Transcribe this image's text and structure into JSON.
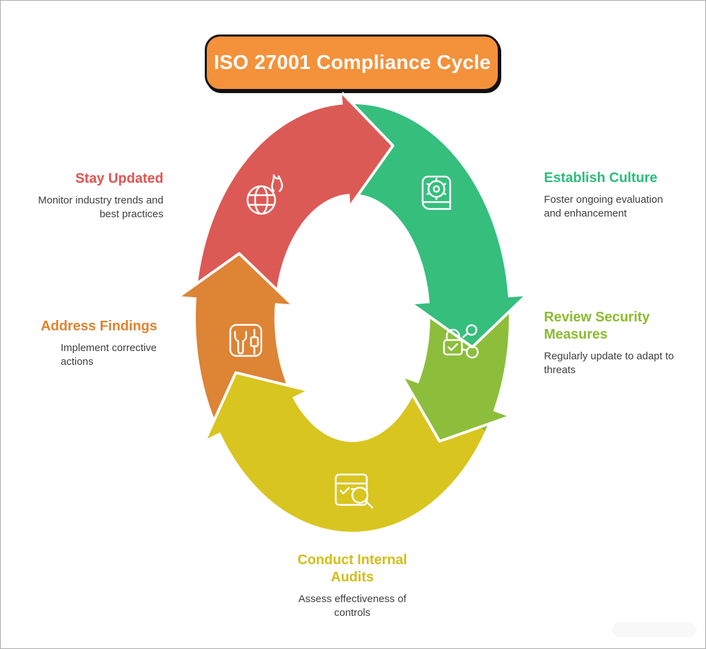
{
  "title": {
    "text": "ISO 27001 Compliance Cycle",
    "bg_color": "#F4913B",
    "border_color": "#111111",
    "text_color": "#FFFFFF"
  },
  "canvas": {
    "background": "#FFFFFF",
    "frame_border_color": "#ABABAB",
    "arrow_outline_color": "#FFFFFF",
    "icon_stroke_color": "#FFFFFF",
    "description_text_color": "#3E3E3E"
  },
  "steps": [
    {
      "id": "stay-updated",
      "title": "Stay Updated",
      "description": "Monitor industry trends and best practices",
      "color": "#DC5A55",
      "title_color": "#E05350",
      "icon": "globe-flame-icon"
    },
    {
      "id": "establish-culture",
      "title": "Establish Culture",
      "description": "Foster ongoing evaluation and enhancement",
      "color": "#36BE7D",
      "title_color": "#2CBD7B",
      "icon": "book-gear-icon"
    },
    {
      "id": "review-security-measures",
      "title": "Review Security Measures",
      "description": "Regularly update to adapt to threats",
      "color": "#8CBE3B",
      "title_color": "#8BBB2E",
      "icon": "lock-share-icon"
    },
    {
      "id": "conduct-internal-audits",
      "title": "Conduct Internal Audits",
      "description": "Assess effectiveness of controls",
      "color": "#D9C520",
      "title_color": "#D3BD17",
      "icon": "audit-search-icon"
    },
    {
      "id": "address-findings",
      "title": "Address Findings",
      "description": "Implement corrective actions",
      "color": "#DD8435",
      "title_color": "#E0812D",
      "icon": "tools-icon"
    }
  ]
}
